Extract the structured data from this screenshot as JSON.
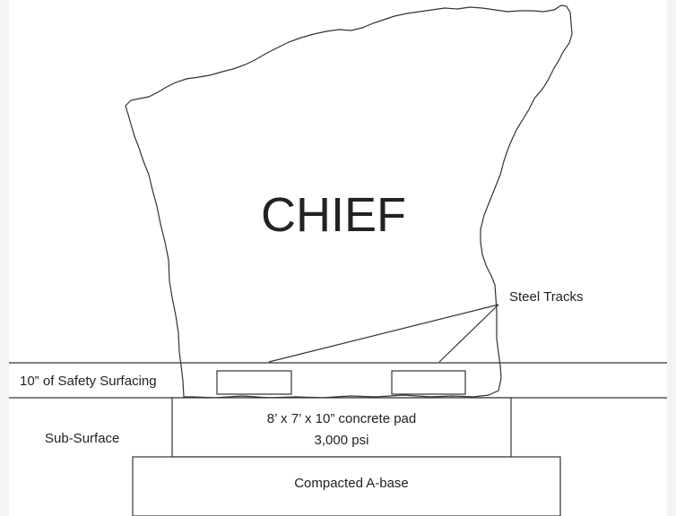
{
  "boulder": {
    "name": "CHIEF"
  },
  "labels": {
    "steel_tracks": "Steel Tracks",
    "safety_surfacing": "10” of Safety Surfacing",
    "sub_surface": "Sub-Surface",
    "pad_line1": "8’ x 7’ x 10” concrete pad",
    "pad_line2": "3,000 psi",
    "base": "Compacted A-base"
  },
  "colors": {
    "background": "#f4f4f4",
    "paper": "#ffffff",
    "stroke": "#333333",
    "text": "#222222"
  }
}
